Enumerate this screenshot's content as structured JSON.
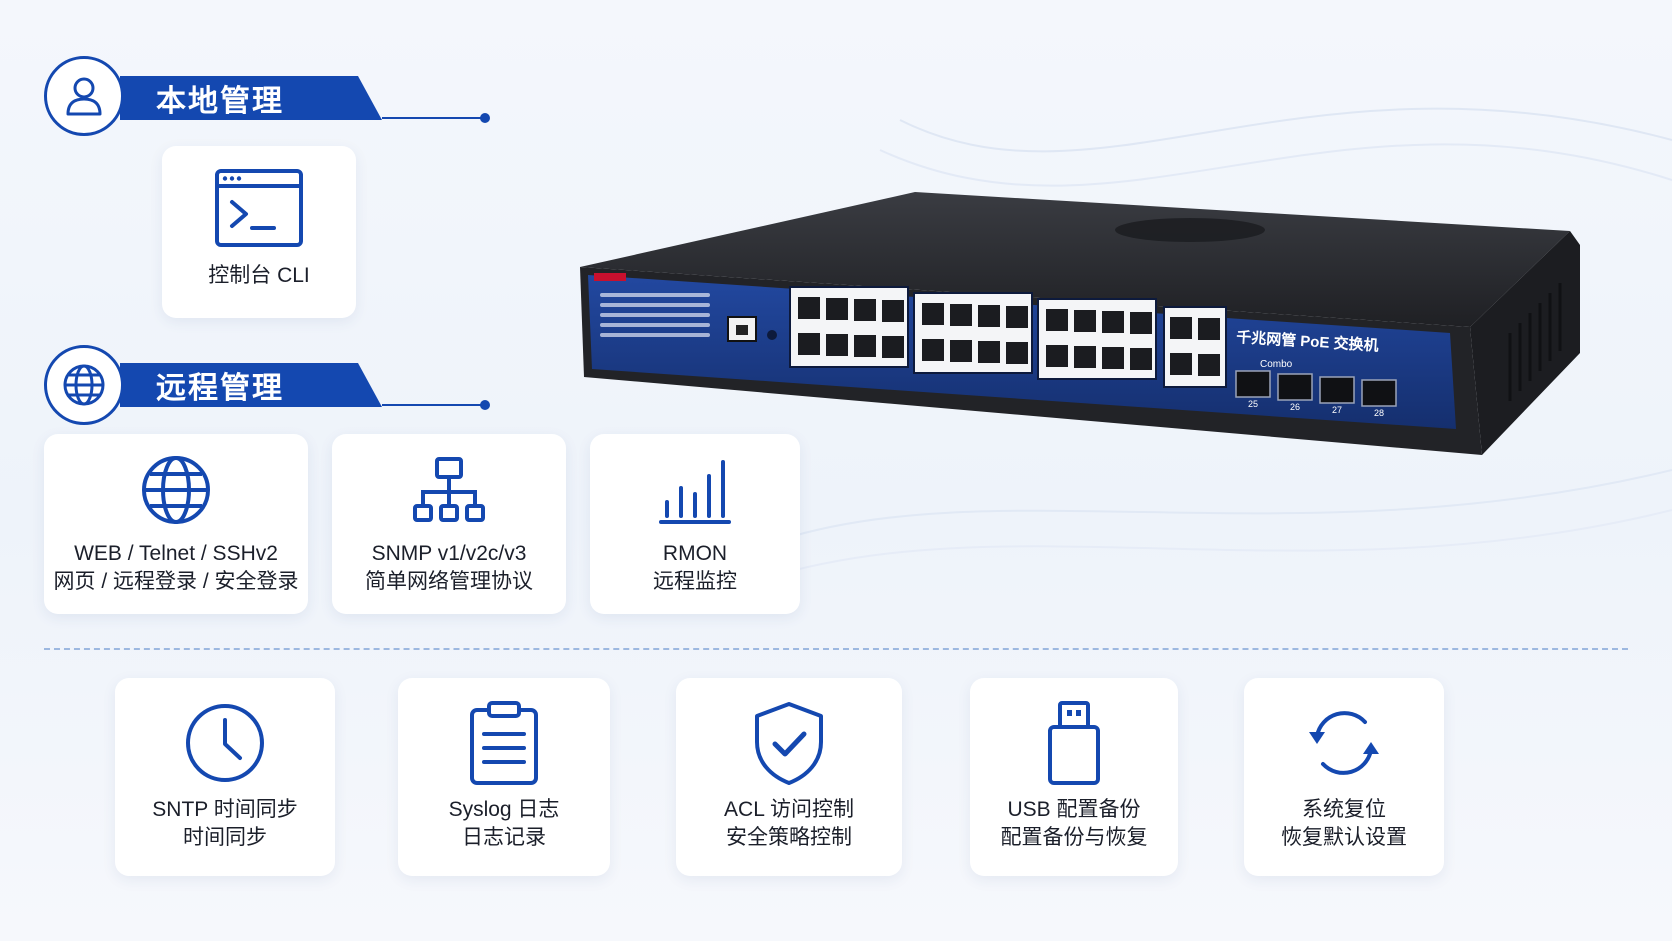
{
  "local_section": {
    "title": "本地管理"
  },
  "remote_section": {
    "title": "远程管理"
  },
  "local_cards": [
    {
      "line1": "控制台 CLI"
    }
  ],
  "remote_cards": [
    {
      "line1": "WEB / Telnet / SSHv2",
      "line2": "网页 / 远程登录 / 安全登录"
    },
    {
      "line1": "SNMP v1/v2c/v3",
      "line2": "简单网络管理协议"
    },
    {
      "line1": "RMON",
      "line2": "远程监控"
    }
  ],
  "feature_cards": [
    {
      "line1": "SNTP 时间同步",
      "line2": "时间同步"
    },
    {
      "line1": "Syslog 日志",
      "line2": "日志记录"
    },
    {
      "line1": "ACL 访问控制",
      "line2": "安全策略控制"
    },
    {
      "line1": "USB 配置备份",
      "line2": "配置备份与恢复"
    },
    {
      "line1": "系统复位",
      "line2": "恢复默认设置"
    }
  ],
  "device": {
    "label": "千兆网管 PoE 交换机",
    "combo_label": "Combo",
    "sfp_ports": [
      "25",
      "26",
      "27",
      "28"
    ]
  },
  "icons": {
    "local": "user-icon",
    "remote": "globe-icon",
    "cli": "terminal-window-icon",
    "web": "globe-icon",
    "snmp": "network-topology-icon",
    "rmon": "bar-chart-icon",
    "sntp": "clock-icon",
    "syslog": "clipboard-list-icon",
    "acl": "shield-check-icon",
    "usb": "usb-drive-icon",
    "reset": "refresh-cycle-icon"
  },
  "colors": {
    "accent": "#1448b0",
    "device_panel": "#1e3a8a",
    "device_body": "#26282d"
  }
}
